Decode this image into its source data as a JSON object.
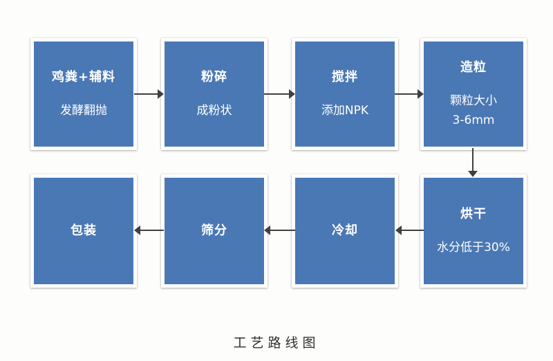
{
  "title": "工艺路线图",
  "flow": {
    "top_row": [
      {
        "title": "鸡粪+辅料",
        "subtitle": "发酵翻抛",
        "subtitle2": ""
      },
      {
        "title": "粉碎",
        "subtitle": "成粉状",
        "subtitle2": ""
      },
      {
        "title": "搅拌",
        "subtitle": "添加NPK",
        "subtitle2": ""
      },
      {
        "title": "造粒",
        "subtitle": "颗粒大小",
        "subtitle2": "3-6mm"
      }
    ],
    "bottom_row": [
      {
        "title": "包装",
        "subtitle": "",
        "subtitle2": ""
      },
      {
        "title": "筛分",
        "subtitle": "",
        "subtitle2": ""
      },
      {
        "title": "冷却",
        "subtitle": "",
        "subtitle2": ""
      },
      {
        "title": "烘干",
        "subtitle": "水分低于30%",
        "subtitle2": ""
      }
    ],
    "sequence": [
      "鸡粪+辅料",
      "粉碎",
      "搅拌",
      "造粒",
      "烘干",
      "冷却",
      "筛分",
      "包装"
    ]
  },
  "colors": {
    "box_fill": "#4a78b4",
    "box_text": "#ffffff",
    "arrow": "#3f3f3f",
    "background": "#fdfdfc",
    "title_text": "#2f2f2f"
  }
}
